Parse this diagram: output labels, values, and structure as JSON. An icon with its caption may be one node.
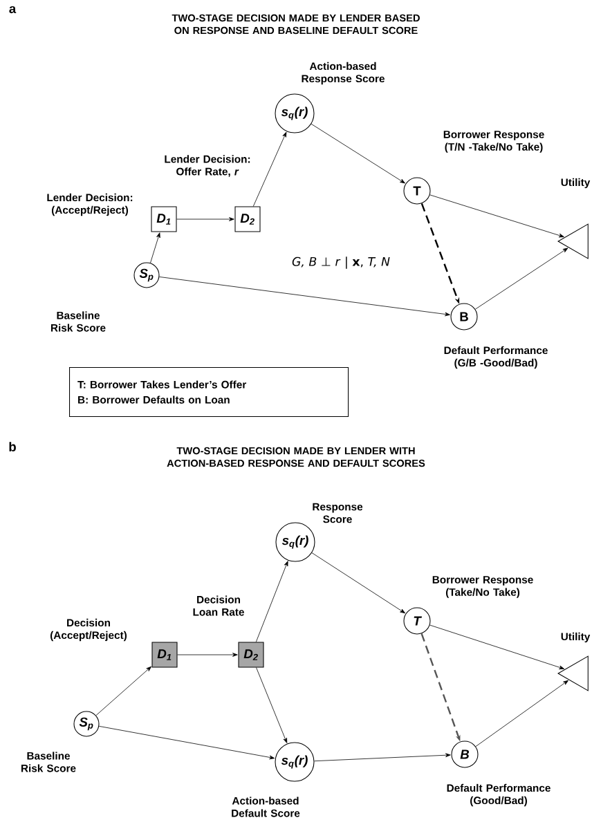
{
  "diagram": {
    "nodes": [
      {
        "text": [
          "S$_{p}$"
        ],
        "beside": [
          "Baseline Risk Score"
        ]
      },
      {
        "text": [
          "D$_{1}$"
        ],
        "beside": [
          "Lender Decision: (Accept/Reject)"
        ]
      },
      {
        "text": [
          "D$_{2}$"
        ],
        "beside": [
          "Lender Decision: Offer Rate, *r*"
        ]
      },
      {
        "text": [
          "s$_{q}$(r)"
        ],
        "beside": [
          "Action-based Response Score"
        ]
      },
      {
        "text": [
          "T"
        ],
        "beside": [
          "Borrower Response (T/N -Take/No Take)"
        ]
      },
      {
        "text": [
          "B"
        ],
        "beside": [
          "Default Performance (G/B -Good/Bad)"
        ]
      },
      {
        "text": [],
        "shape": "triangle",
        "beside": [
          "Utility"
        ]
      },
      {
        "text": [
          "T: Borrower Takes Lender’s Offer",
          "B: Borrower Defaults on Loan"
        ]
      },
      {
        "text": [
          "S$_{p}$"
        ],
        "beside": [
          "Baseline Risk Score"
        ]
      },
      {
        "text": [
          "D$_{1}$"
        ],
        "beside": [
          "Decision (Accept/Reject)"
        ]
      },
      {
        "text": [
          "D$_{2}$"
        ],
        "beside": [
          "Decision Loan Rate"
        ]
      },
      {
        "text": [
          "s$_{q}$(r)"
        ],
        "beside": [
          "Response Score"
        ]
      },
      {
        "text": [
          "T"
        ],
        "beside": [
          "Borrower Response (Take/No Take)"
        ]
      },
      {
        "text": [
          "s$_{q}$(r)"
        ],
        "beside": [
          "Action-based Default Score"
        ]
      },
      {
        "text": [
          "B"
        ],
        "beside": [
          "Default Performance (Good/Bad)"
        ]
      },
      {
        "text": [],
        "shape": "triangle",
        "beside": [
          "Utility"
        ]
      }
    ],
    "edges": [
      {
        "from": 0,
        "to": 1,
        "arrow": "to"
      },
      {
        "from": 1,
        "to": 2,
        "arrow": "to"
      },
      {
        "from": 2,
        "to": 3,
        "arrow": "to"
      },
      {
        "from": 3,
        "to": 4,
        "arrow": "to"
      },
      {
        "from": 4,
        "to": 6,
        "arrow": "to"
      },
      {
        "from": 4,
        "to": 5,
        "arrow": "to",
        "style": "dashed"
      },
      {
        "from": 0,
        "to": 5,
        "arrow": "to"
      },
      {
        "from": 5,
        "to": 6,
        "arrow": "to"
      },
      {
        "from": 8,
        "to": 9,
        "arrow": "to"
      },
      {
        "from": 9,
        "to": 10,
        "arrow": "to"
      },
      {
        "from": 10,
        "to": 11,
        "arrow": "to"
      },
      {
        "from": 11,
        "to": 12,
        "arrow": "to"
      },
      {
        "from": 12,
        "to": 15,
        "arrow": "to"
      },
      {
        "from": 12,
        "to": 14,
        "arrow": "to",
        "style": "dashed",
        "color": "#555555"
      },
      {
        "from": 10,
        "to": 13,
        "arrow": "to"
      },
      {
        "from": 8,
        "to": 13,
        "arrow": "to"
      },
      {
        "from": 13,
        "to": 14,
        "arrow": "to"
      },
      {
        "from": 14,
        "to": 15,
        "arrow": "to"
      }
    ],
    "labels": [
      "a",
      "TWO-STAGE DECISION MADE BY LENDER BASED ON RESPONSE AND BASELINE DEFAULT SCORE",
      "*G, B* ⊥ *r* | **x**, *T, N*",
      "b",
      "TWO-STAGE DECISION MADE BY LENDER WITH ACTION-BASED RESPONSE AND DEFAULT SCORES"
    ]
  }
}
